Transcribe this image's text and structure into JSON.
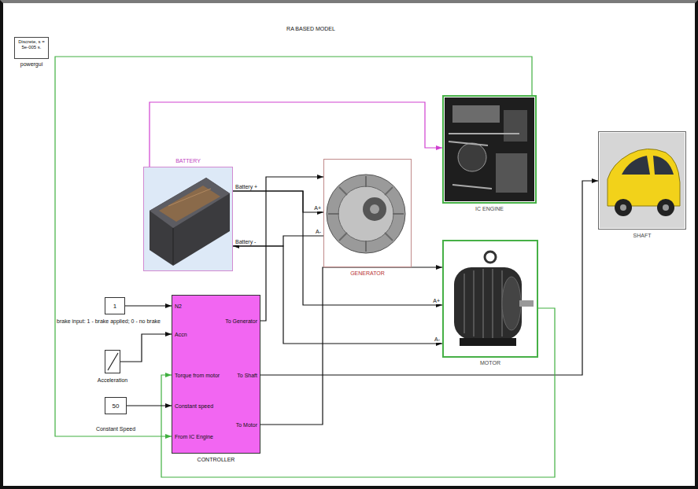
{
  "diagram": {
    "nodes": [
      {
        "text": [
          "Discrete, s = 5e-005 s.",
          "powergui"
        ]
      },
      {
        "text": [
          "BATTERY",
          "Battery +",
          "Battery -"
        ]
      },
      {
        "text": [
          "A+",
          "A-",
          "GENERATOR"
        ]
      },
      {
        "text": [
          "IC ENGINE"
        ]
      },
      {
        "text": [
          "SHAFT"
        ]
      },
      {
        "text": [
          "A+",
          "A-",
          "MOTOR"
        ]
      },
      {
        "text": [
          "1",
          "brake input: 1 - brake applied; 0 - no brake"
        ]
      },
      {
        "text": [
          "Acceleration"
        ]
      },
      {
        "text": [
          "50",
          "Constant Speed"
        ]
      },
      {
        "text": [
          "N2",
          "Accn",
          "Torque from motor",
          "Constant speed",
          "From IC Engine",
          "To Generator",
          "To Shaft",
          "To Motor",
          "CONTROLLER"
        ]
      }
    ],
    "edges": [
      {
        "from": 1,
        "to": 3,
        "arrow": "to"
      },
      {
        "from": 3,
        "to": 9,
        "arrow": "to"
      },
      {
        "from": 1,
        "to": 2,
        "arrow": "to"
      },
      {
        "from": 2,
        "to": 1,
        "arrow": "to"
      },
      {
        "from": 1,
        "to": 5,
        "arrow": "to"
      },
      {
        "from": 1,
        "to": 5,
        "arrow": "to"
      },
      {
        "from": 9,
        "to": 2,
        "arrow": "to"
      },
      {
        "from": 9,
        "to": 4,
        "arrow": "to"
      },
      {
        "from": 9,
        "to": 5,
        "arrow": "to"
      },
      {
        "from": 5,
        "to": 9,
        "arrow": "to"
      },
      {
        "from": 6,
        "to": 9,
        "arrow": "to"
      },
      {
        "from": 7,
        "to": 9,
        "arrow": "to"
      },
      {
        "from": 8,
        "to": 9,
        "arrow": "to"
      }
    ],
    "labels": [
      "RA BASED MODEL"
    ]
  }
}
